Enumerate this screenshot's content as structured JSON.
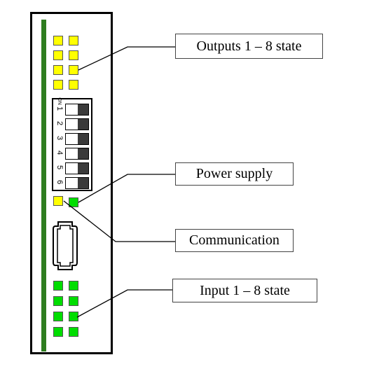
{
  "callouts": {
    "outputs": "Outputs 1 – 8 state",
    "power": "Power supply",
    "communication": "Communication",
    "inputs": "Input 1 – 8 state"
  },
  "dip_switch": {
    "on_label": "ON",
    "numbers": [
      "1",
      "2",
      "3",
      "4",
      "5",
      "6"
    ]
  },
  "colors": {
    "output_led": "#ffff00",
    "input_led": "#00dd00",
    "rail": "#2e7d1f",
    "comm_led": "#ffff00",
    "power_led": "#00dd00"
  }
}
